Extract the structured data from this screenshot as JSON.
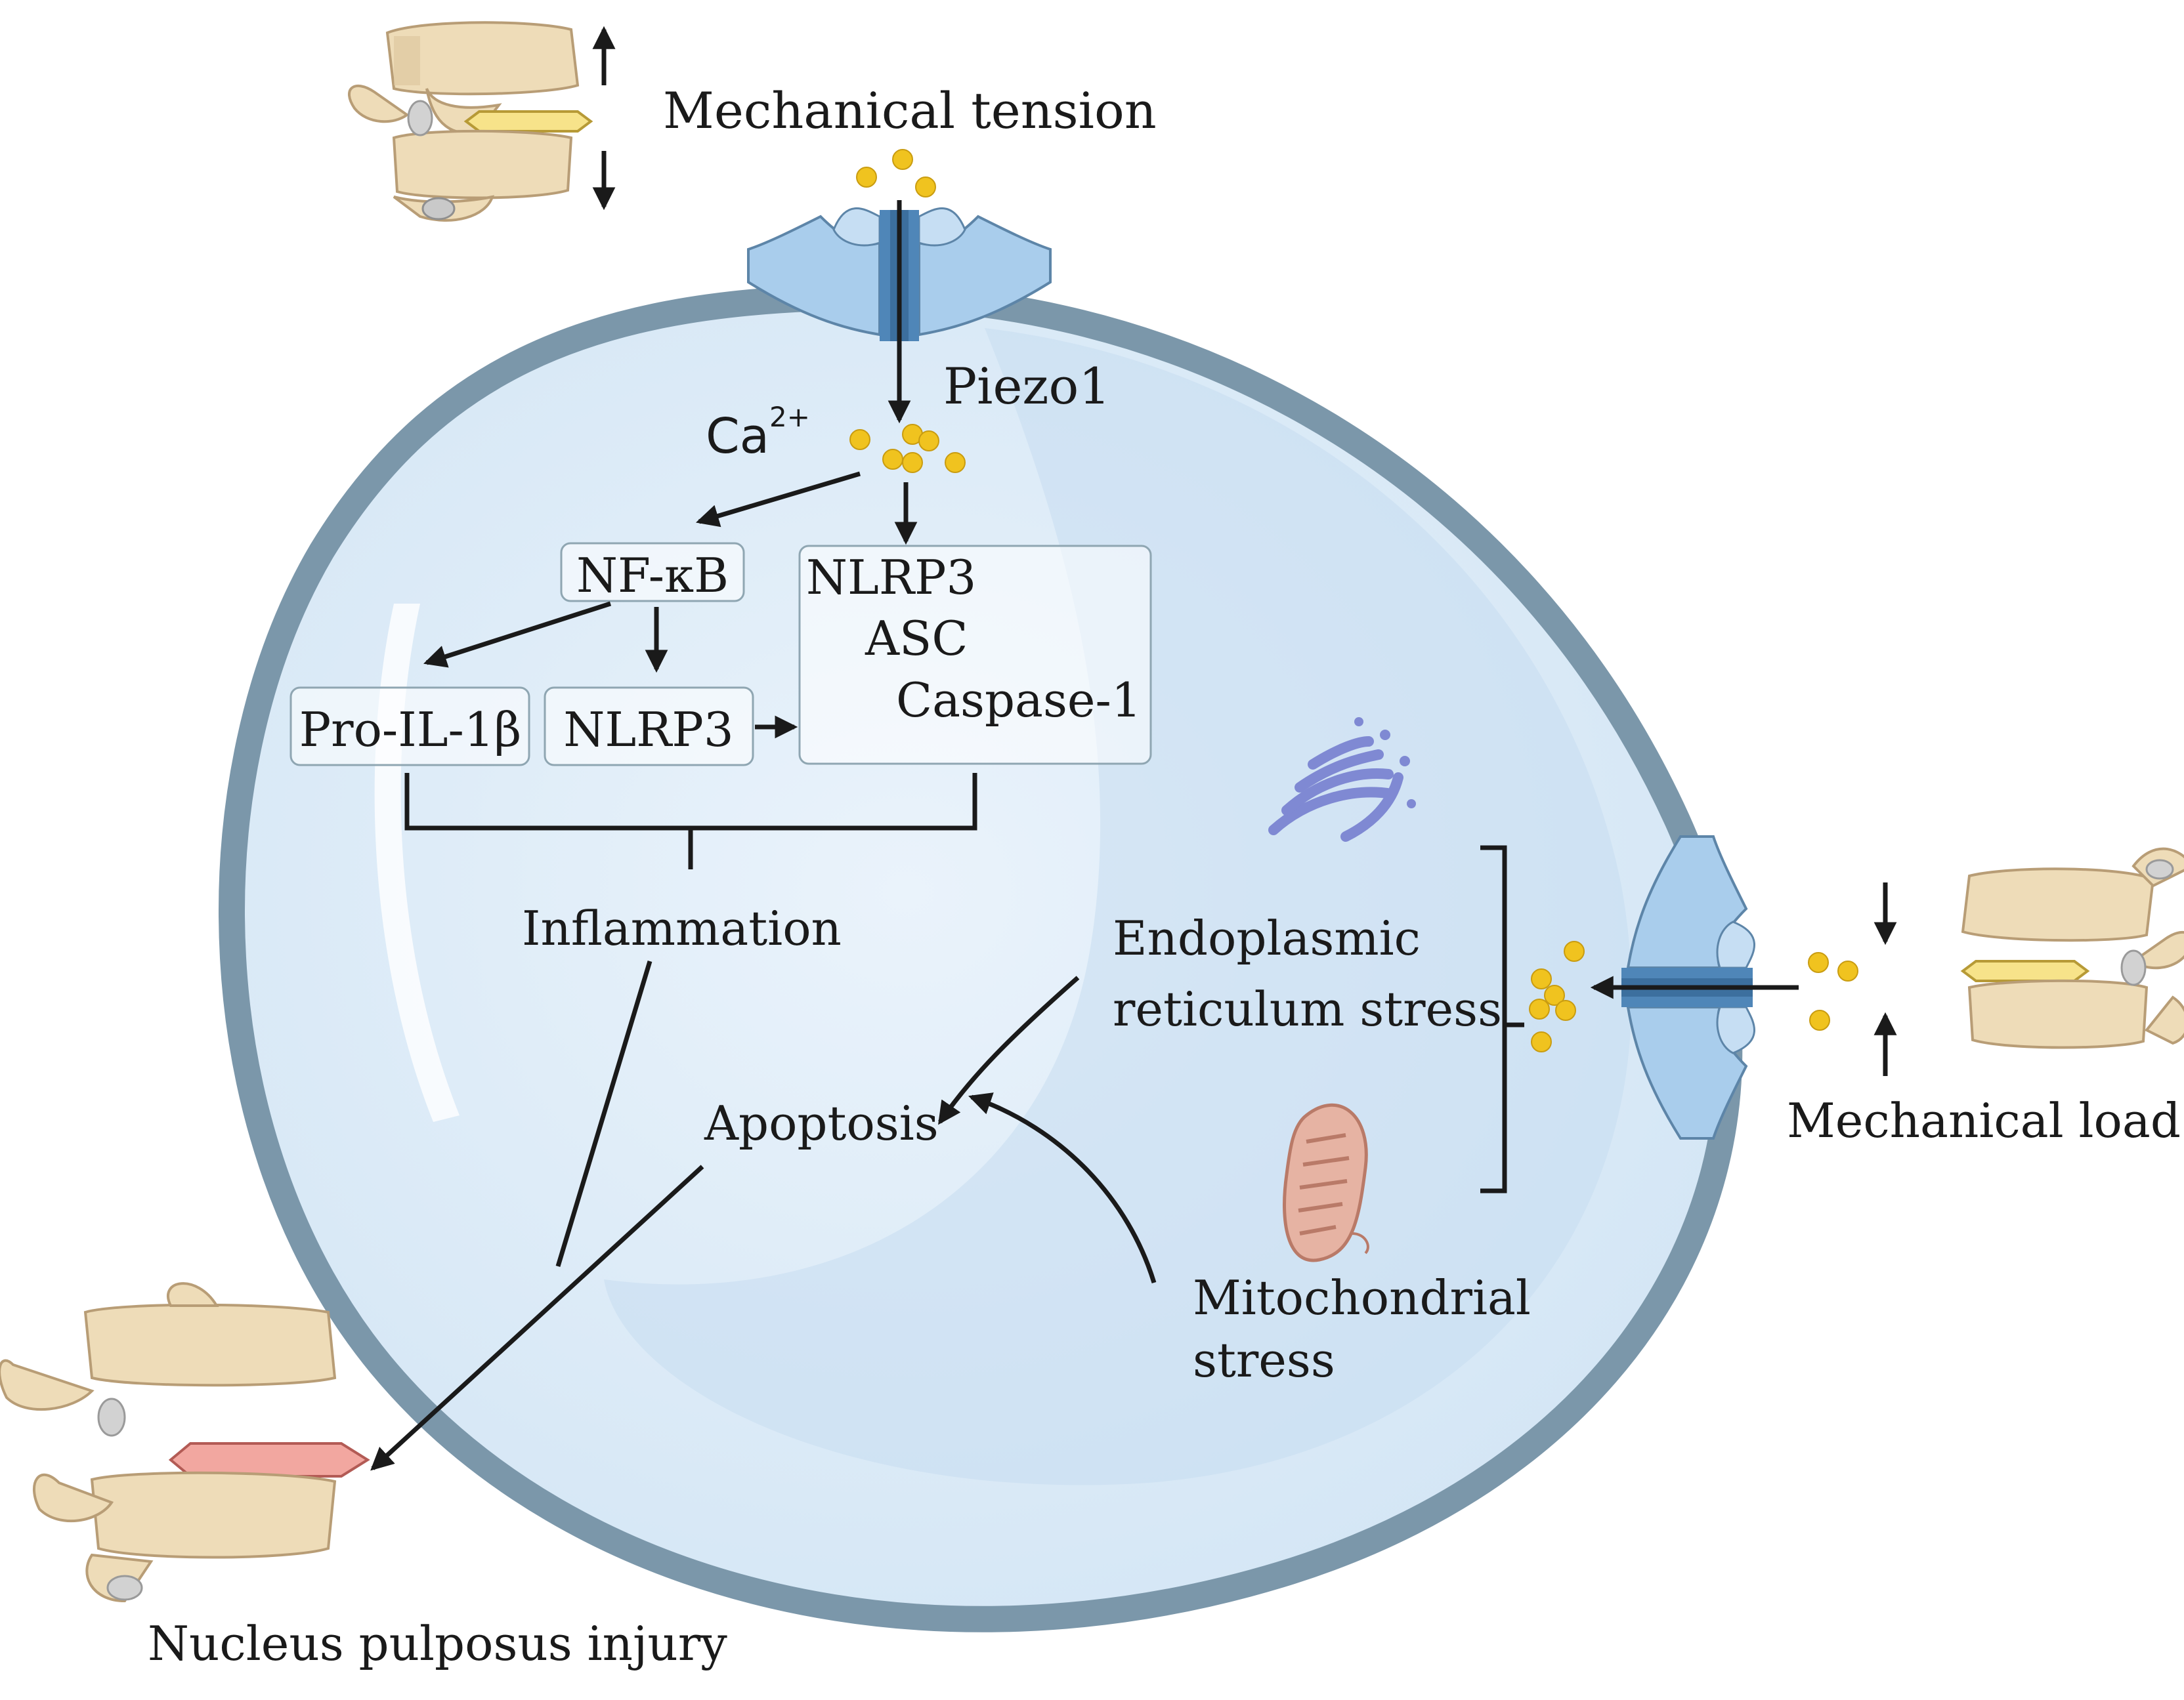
{
  "labels": {
    "mechanical_tension": "Mechanical tension",
    "piezo1": "Piezo1",
    "ca_base": "Ca",
    "ca_sup": "2+",
    "nfkb": "NF-κB",
    "pro_il1b": "Pro-IL-1β",
    "nlrp3_box": "NLRP3",
    "complex_nlrp3": "NLRP3",
    "complex_asc": "ASC",
    "complex_caspase": "Caspase-1",
    "inflammation": "Inflammation",
    "apoptosis": "Apoptosis",
    "er_stress_line1": "Endoplasmic",
    "er_stress_line2": "reticulum stress",
    "mito_stress_line1": "Mitochondrial",
    "mito_stress_line2": "stress",
    "mechanical_load": "Mechanical load",
    "np_injury": "Nucleus pulposus injury"
  },
  "icons": {
    "spine_top": "spine-segment-icon",
    "spine_right": "spine-segment-icon",
    "spine_bottom": "injured-spine-segment-icon",
    "channel_top": "piezo1-channel-icon",
    "channel_right": "piezo1-channel-icon",
    "er": "endoplasmic-reticulum-icon",
    "mito": "mitochondrion-icon"
  },
  "colors": {
    "membrane": "#7b97aa",
    "cytoplasm": "#dcebf8",
    "calcium": "#f0c31f",
    "channel": "#a9cdec",
    "channel_pore": "#4f86b8",
    "bone": "#eedcb8",
    "healthy_disc": "#f7e38a",
    "injured_disc": "#f2a7a0",
    "er": "#7f89d3",
    "mito": "#d9a08e"
  }
}
